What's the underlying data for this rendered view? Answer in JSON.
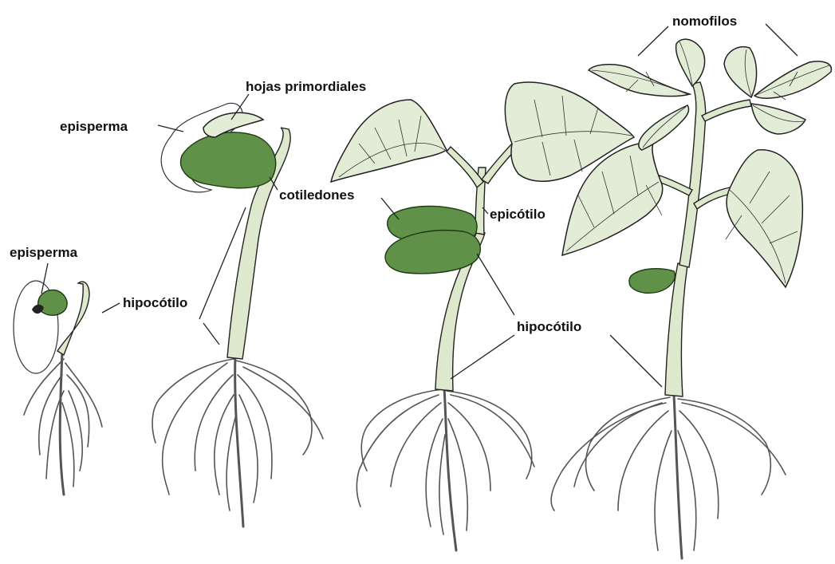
{
  "labels": {
    "episperma_stage1": "episperma",
    "hipocotilo_stage1": "hipocótilo",
    "episperma_stage2": "episperma",
    "hojas_primordiales": "hojas primordiales",
    "cotiledones": "cotiledones",
    "epicotilo": "epicótilo",
    "hipocotilo_shared": "hipocótilo",
    "nomofilos": "nomofilos"
  },
  "colors": {
    "cotyledon_green": "#5f9148",
    "stem_pale_green": "#dde8cc",
    "leaf_pale_green": "#e2ecd6",
    "outline": "#222222",
    "root_gray": "#555555"
  }
}
